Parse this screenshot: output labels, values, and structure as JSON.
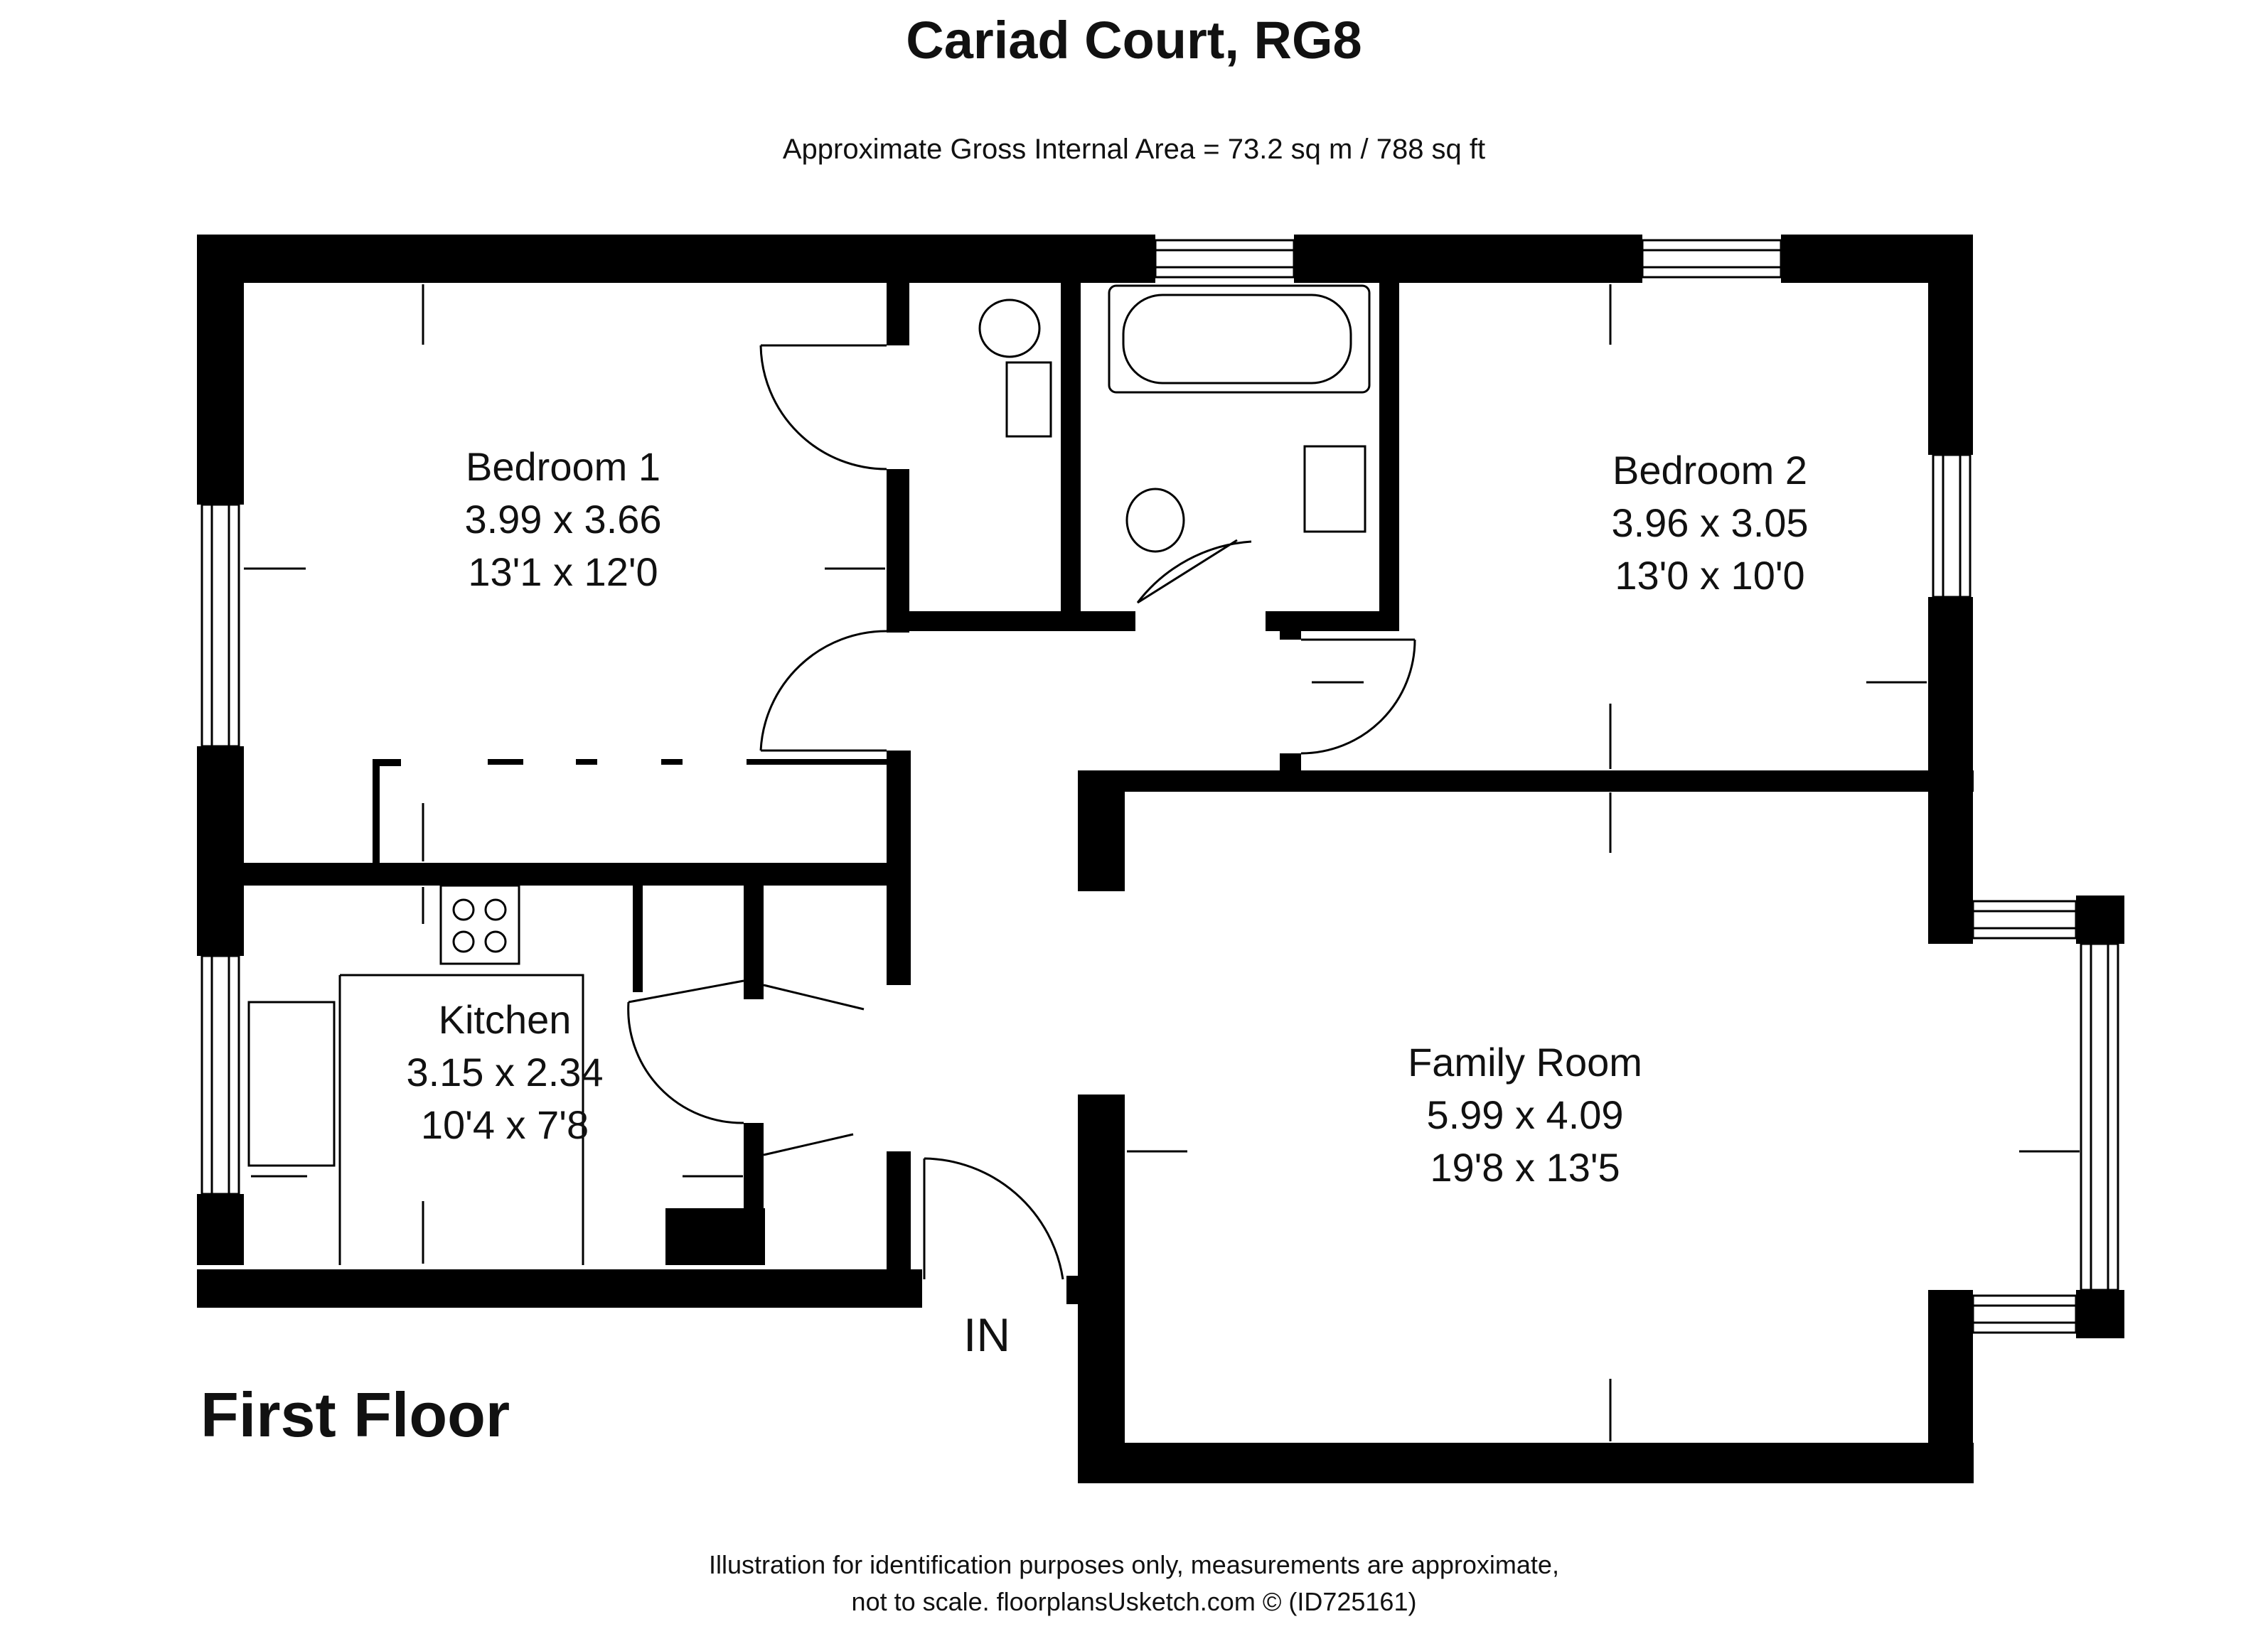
{
  "title": "Cariad Court, RG8",
  "subtitle": "Approximate Gross Internal Area = 73.2 sq m / 788 sq ft",
  "floor_label": "First Floor",
  "entrance_label": "IN",
  "rooms": [
    {
      "name": "Bedroom 1",
      "metric": "3.99 x 3.66",
      "imperial": "13'1 x 12'0"
    },
    {
      "name": "Bedroom 2",
      "metric": "3.96 x 3.05",
      "imperial": "13'0 x 10'0"
    },
    {
      "name": "Kitchen",
      "metric": "3.15 x 2.34",
      "imperial": "10'4 x 7'8"
    },
    {
      "name": "Family Room",
      "metric": "5.99 x 4.09",
      "imperial": "19'8 x 13'5"
    }
  ],
  "footer": {
    "line1": "Illustration for identification purposes only, measurements are approximate,",
    "line2": "not to scale. floorplansUsketch.com © (ID725161)"
  }
}
